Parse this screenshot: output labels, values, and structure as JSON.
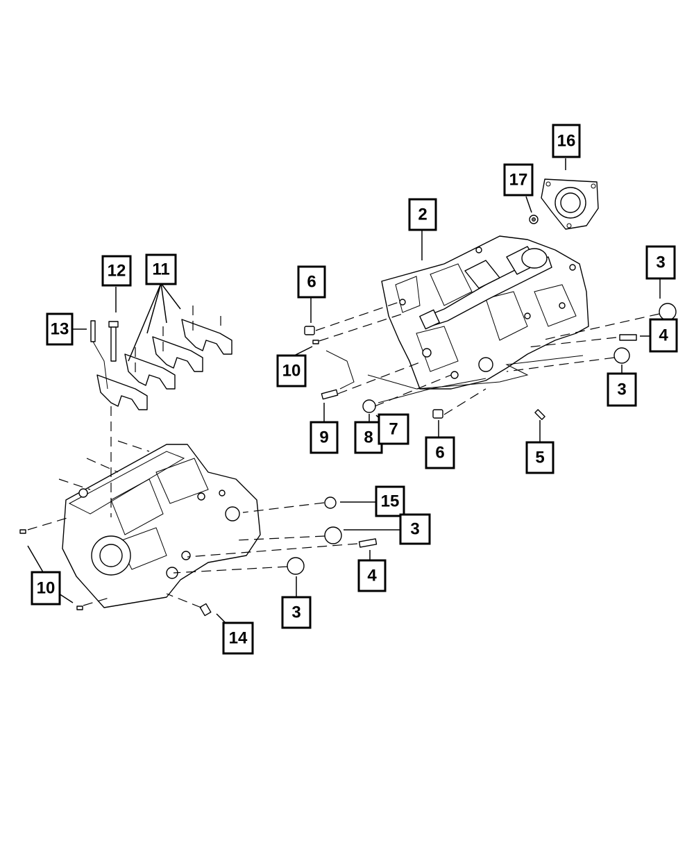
{
  "diagram": {
    "callouts": [
      "16",
      "17",
      "2",
      "3",
      "6",
      "11",
      "12",
      "13",
      "4",
      "10",
      "3",
      "9",
      "8",
      "7",
      "6",
      "5",
      "15",
      "3",
      "4",
      "10",
      "3",
      "14"
    ]
  },
  "colors": {
    "line": "#000000",
    "background": "#ffffff",
    "shade": "#6e6e6e"
  }
}
